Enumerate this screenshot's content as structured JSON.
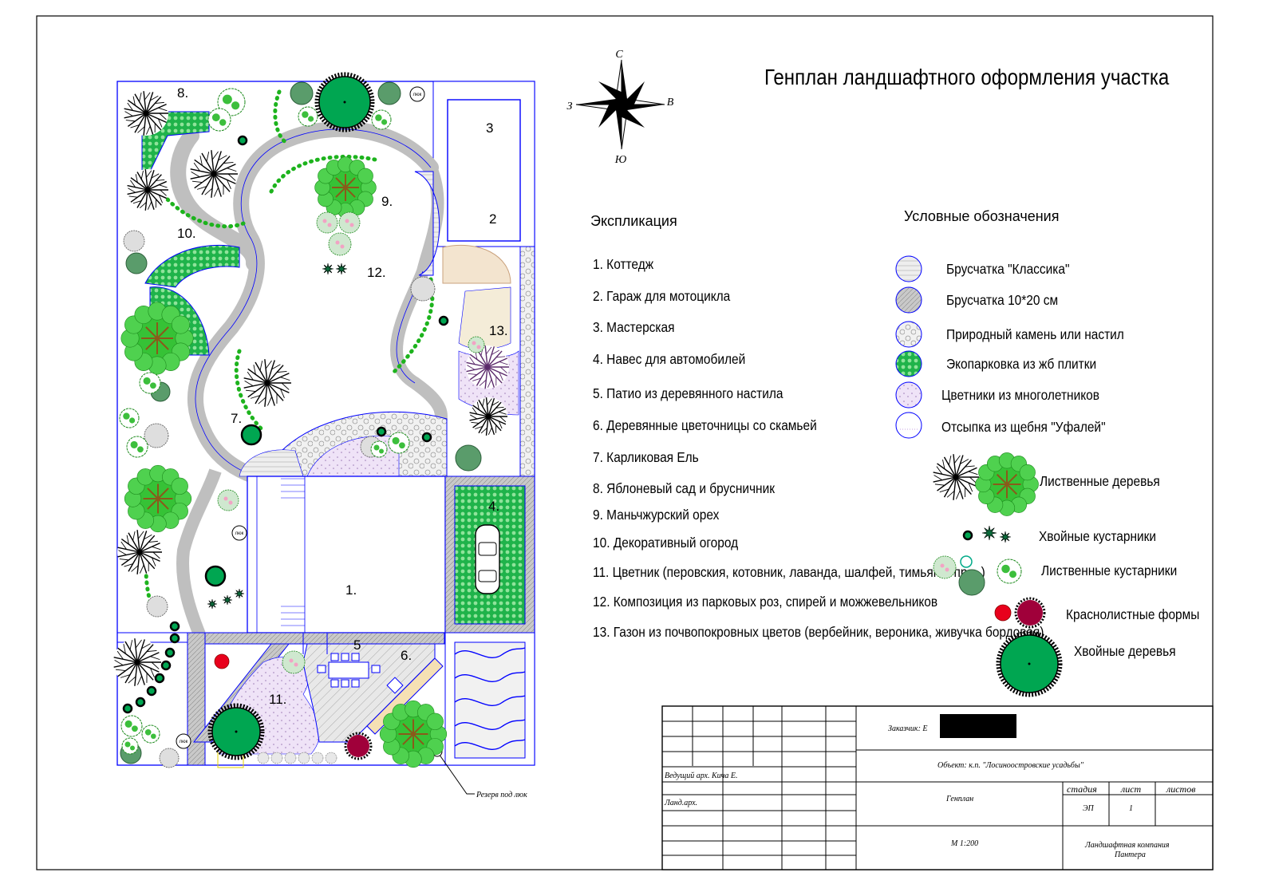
{
  "title": "Генплан ландшафтного  оформления  участка",
  "compass": {
    "north": "С",
    "south": "Ю",
    "west": "З",
    "east": "В"
  },
  "explication": {
    "heading": "Экспликация",
    "items": [
      "1.  Коттедж",
      "2. Гараж для мотоцикла",
      "3.  Мастерская",
      "4.  Навес для автомобилей",
      "5.  Патио из деревянного настила",
      "6.  Деревянные цветочницы со скамьей",
      "7.  Карликовая Ель",
      "8.  Яблоневый сад и брусничник",
      "9.  Маньчжурский орех",
      "10.  Декоративный огород",
      "11.  Цветник (перовския, котовник, лаванда, шалфей, тимьян и пр....)",
      "12.  Композиция из парковых роз, спирей и можжевельников",
      "13.  Газон из почвопокровных цветов (вербейник, вероника, живучка бордовая)"
    ]
  },
  "legend": {
    "heading": "Условные обозначения",
    "items": [
      {
        "label": "Брусчатка \"Классика\"",
        "icon": "paving-classic-icon"
      },
      {
        "label": "Брусчатка 10*20 см",
        "icon": "paving-10x20-icon"
      },
      {
        "label": "Природный камень или настил",
        "icon": "natural-stone-icon"
      },
      {
        "label": "Экопарковка из жб плитки",
        "icon": "eco-parking-icon"
      },
      {
        "label": "Цветники из многолетников",
        "icon": "perennial-bed-icon"
      },
      {
        "label": "Отсыпка из щебня \"Уфалей\"",
        "icon": "gravel-fill-icon"
      },
      {
        "label": "Лиственные деревья",
        "icon": "deciduous-tree-icon"
      },
      {
        "label": "Хвойные кустарники",
        "icon": "conifer-shrub-icon"
      },
      {
        "label": "Лиственные кустарники",
        "icon": "deciduous-shrub-icon"
      },
      {
        "label": "Краснолистные формы",
        "icon": "red-leaf-icon"
      },
      {
        "label": "Хвойные деревья",
        "icon": "conifer-tree-icon"
      }
    ]
  },
  "plan_labels": {
    "n1": "1.",
    "n2": "2",
    "n3": "3",
    "n4": "4.",
    "n5": "5",
    "n6": "6.",
    "n7": "7.",
    "n8": "8.",
    "n9": "9.",
    "n10": "10.",
    "n11": "11.",
    "n12": "12.",
    "n13": "13.",
    "hatch": "люк",
    "reserve_note": "Резерв под люк"
  },
  "title_block": {
    "customer": "Заказчик: Е",
    "object": "Объект:  к.п.  \"Лосиноостровские  усадьбы\"",
    "lead_architect": "Ведущий арх. Кича  Е.",
    "land_architect": "Ланд.арх.",
    "drawing": "Генплан",
    "stage_label": "стадия",
    "sheet_label": "лист",
    "sheets_label": "листов",
    "stage": "ЭП",
    "sheet": "1",
    "scale": "М  1:200",
    "company_line1": "Ландшафтная  компания",
    "company_line2": "Пантера"
  },
  "colors": {
    "line": "#0000ff",
    "tree_green": "#33cc33",
    "conifer_green": "#00a651",
    "dark": "#000000",
    "flower_pink": "#ece0f6",
    "red": "#e8001c",
    "crimson": "#a0003a",
    "sand": "#f0e2c8",
    "gray_stone": "#d8d8d8"
  }
}
